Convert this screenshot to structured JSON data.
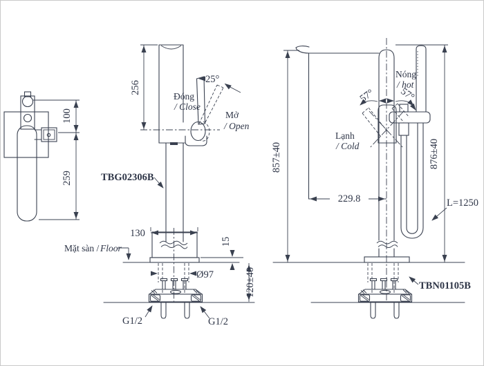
{
  "drawing": {
    "colors": {
      "line": "#3a4150",
      "background": "#ffffff"
    },
    "left_view": {
      "dim_height_top": "100",
      "dim_height_bottom": "259"
    },
    "front_view": {
      "dim_height": "256",
      "angle_open": "25°",
      "label_close_vi": "Đóng",
      "label_close_en": "/ Close",
      "label_open_vi": "Mở",
      "label_open_en": "/ Open",
      "part_number": "TBG02306B",
      "dim_base_width": "130",
      "label_floor_vi": "Mặt sàn /",
      "label_floor_en": "Floor",
      "dim_plate_height": "15",
      "dim_shank_diameter": "Ø97",
      "dim_floor_depth": "120±40",
      "thread_left": "G1/2",
      "thread_right": "G1/2"
    },
    "side_view": {
      "dim_height_spout": "857±40",
      "dim_height_shower": "876±40",
      "angle_left": "57°",
      "angle_right": "57°",
      "label_hot_vi": "Nóng",
      "label_hot_en": "/ hot",
      "label_cold_vi": "Lạnh",
      "label_cold_en": "/ Cold",
      "dim_spout_reach": "229.8",
      "hose_length": "L=1250",
      "part_number": "TBN01105B"
    }
  }
}
